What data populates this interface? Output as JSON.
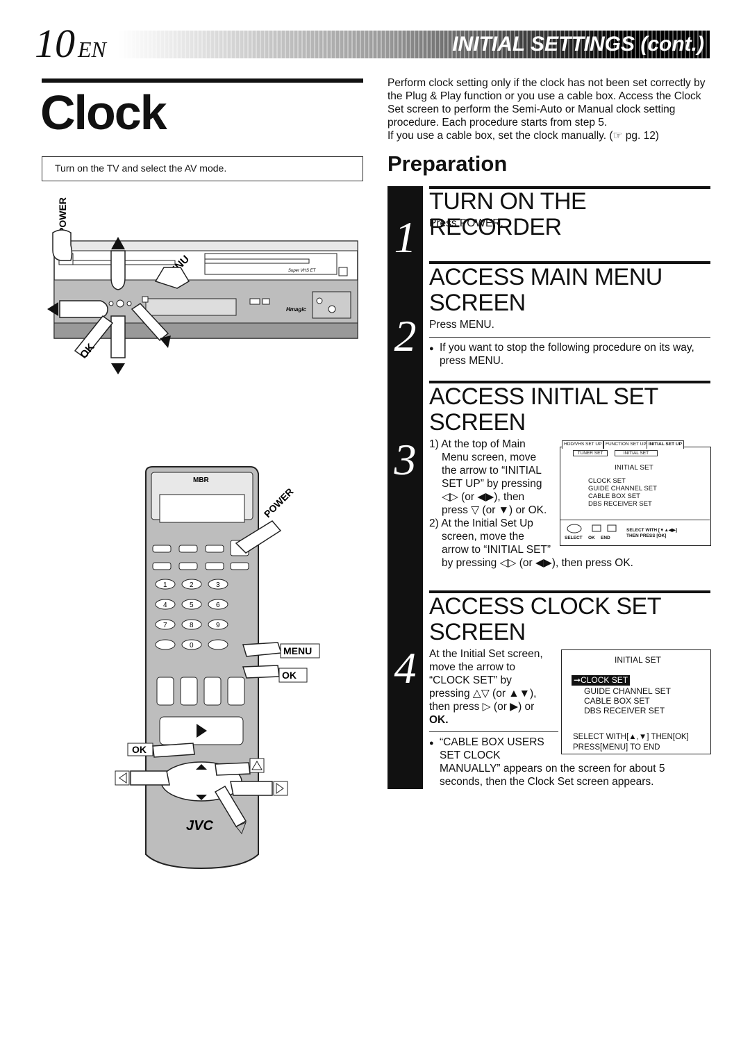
{
  "header": {
    "page_number": "10",
    "lang": "EN",
    "section_title": "INITIAL SETTINGS (cont.)"
  },
  "left": {
    "title": "Clock",
    "note": "Turn on the TV and select the AV mode.",
    "vcr_labels": {
      "power": "POWER",
      "menu": "MENU",
      "ok": "OK"
    },
    "remote_labels": {
      "brand": "JVC",
      "power": "POWER",
      "menu": "MENU",
      "ok": "OK",
      "ok2": "OK"
    }
  },
  "intro": {
    "para1": "Perform clock setting only if the clock has not been set correctly by the Plug & Play function or you use a cable box. Access the Clock Set screen to perform the Semi-Auto or Manual clock setting procedure. Each procedure starts from step 5.",
    "para2": "If you use a cable box, set the clock manually. (☞ pg. 12)"
  },
  "preparation": "Preparation",
  "steps": [
    {
      "num": "1",
      "heading": "TURN ON THE RECORDER",
      "body": "Press POWER."
    },
    {
      "num": "2",
      "heading_line1": "ACCESS MAIN MENU",
      "heading_line2": "SCREEN",
      "body": "Press MENU.",
      "bullet": "If you want to stop the following procedure on its way, press MENU."
    },
    {
      "num": "3",
      "heading_line1": "ACCESS INITIAL SET",
      "heading_line2": "SCREEN",
      "body_lines": [
        "1) At the top of Main",
        "Menu screen, move",
        "the arrow to “INITIAL",
        "SET UP” by pressing",
        "◁▷ (or ◀▶), then",
        "press ▽  (or ▼) or OK.",
        "2) At the Initial Set Up",
        "screen, move the",
        "arrow to “INITIAL SET”",
        "by pressing ◁▷ (or ◀▶), then press OK."
      ]
    },
    {
      "num": "4",
      "heading_line1": "ACCESS CLOCK SET",
      "heading_line2": "SCREEN",
      "body_lines": [
        "At the Initial Set screen,",
        "move the arrow to",
        "“CLOCK SET” by",
        "pressing △▽ (or ▲▼),",
        "then press ▷ (or ▶) or",
        "OK."
      ],
      "bullet_lines": [
        "“CABLE BOX USERS",
        "SET CLOCK",
        "MANUALLY” appears on the screen for about 5",
        "seconds, then the Clock Set screen appears."
      ]
    }
  ],
  "osd_initial_setup": {
    "tabs": [
      "HDD/VHS SET UP",
      "FUNCTION SET UP",
      "INITIAL SET UP"
    ],
    "subtabs": [
      "TUNER SET",
      "INITIAL SET"
    ],
    "heading": "INITIAL SET",
    "items": [
      "CLOCK SET",
      "GUIDE CHANNEL SET",
      "CABLE BOX SET",
      "DBS RECEIVER SET"
    ],
    "footer_left": [
      "SELECT",
      "OK",
      "END"
    ],
    "footer_right": [
      "SELECT WITH [▼▲◀▶]",
      "THEN PRESS  [OK]"
    ]
  },
  "osd_initial_set": {
    "heading": "INITIAL SET",
    "selected": "➞CLOCK SET",
    "items": [
      "GUIDE CHANNEL SET",
      "CABLE BOX SET",
      "DBS RECEIVER SET"
    ],
    "footer": [
      "SELECT WITH[▲,▼]  THEN[OK]",
      "PRESS[MENU] TO END"
    ]
  }
}
